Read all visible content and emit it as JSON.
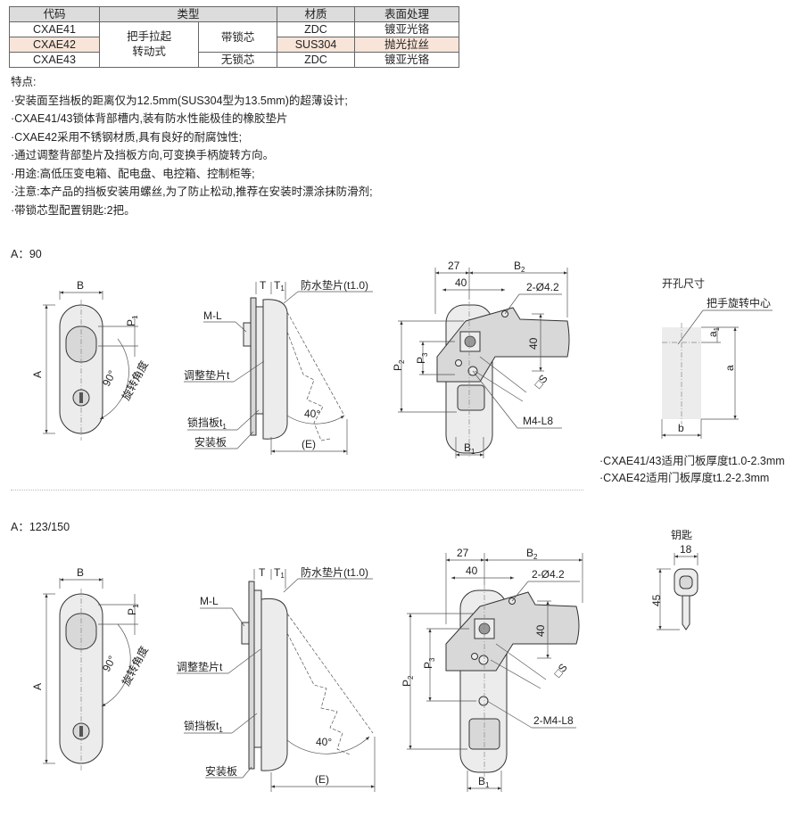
{
  "table": {
    "headers": [
      "代码",
      "类型",
      "材质",
      "表面处理"
    ],
    "rows": [
      {
        "code": "CXAE41",
        "type": "把手拉起转动式",
        "lock": "带锁芯",
        "material": "ZDC",
        "finish": "镀亚光铬"
      },
      {
        "code": "CXAE42",
        "material": "SUS304",
        "finish": "抛光拉丝"
      },
      {
        "code": "CXAE43",
        "lock": "无锁芯",
        "material": "ZDC",
        "finish": "镀亚光铬"
      }
    ],
    "type_line1": "把手拉起",
    "type_line2": "转动式"
  },
  "features": {
    "title": "特点:",
    "items": [
      "·安装面至挡板的距离仅为12.5mm(SUS304型为13.5mm)的超薄设计;",
      "·CXAE41/43锁体背部槽内,装有防水性能极佳的橡胶垫片",
      "·CXAE42采用不锈钢材质,具有良好的耐腐蚀性;",
      "·通过调整背部垫片及挡板方向,可变换手柄旋转方向。",
      "·用途:高低压变电箱、配电盘、电控箱、控制柜等;",
      "·注意:本产品的挡板安装用螺丝,为了防止松动,推荐在安装时漂涂抹防滑剂;",
      "·带锁芯型配置钥匙:2把。"
    ]
  },
  "section1": {
    "label": "A：90"
  },
  "section2": {
    "label": "A：123/150"
  },
  "labels": {
    "B": "B",
    "A": "A",
    "P1": "P",
    "P1_sub": "1",
    "rotation": "90°",
    "rotation_text": "旋转角度",
    "T": "T",
    "T1": "T",
    "T1_sub": "1",
    "gasket": "防水垫片(t1.0)",
    "ML": "M-L",
    "shim": "调整垫片t",
    "stopper": "锁挡板t",
    "stopper_sub": "1",
    "plate": "安装板",
    "angle40": "40°",
    "E": "(E)",
    "d27": "27",
    "B2": "B",
    "B2_sub": "2",
    "d40": "40",
    "hole": "2-Ø4.2",
    "P2": "P",
    "P2_sub": "2",
    "P3": "P",
    "P3_sub": "3",
    "square": "□S",
    "M4L8_1": "M4-L8",
    "M4L8_2": "2-M4-L8",
    "B1": "B",
    "B1_sub": "1"
  },
  "cutout": {
    "title": "开孔尺寸",
    "center_label": "把手旋转中心",
    "a1": "a",
    "a1_sub": "1",
    "a": "a",
    "b": "b"
  },
  "notes": [
    "·CXAE41/43适用门板厚度t1.0-2.3mm",
    "·CXAE42适用门板厚度t1.2-2.3mm"
  ],
  "key": {
    "title": "钥匙",
    "w": "18",
    "h": "45"
  },
  "colors": {
    "highlight_row": "#f8e4d8",
    "header_bg": "#dcdcdc"
  }
}
